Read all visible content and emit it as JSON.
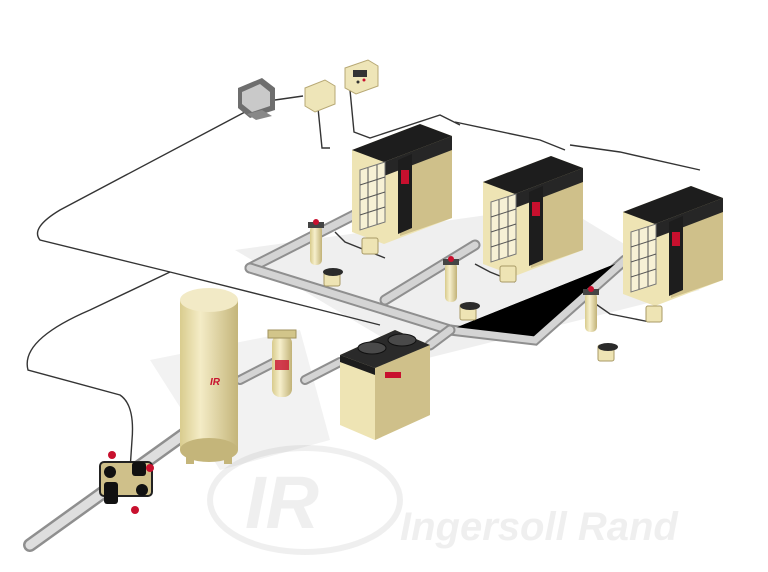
{
  "watermark": {
    "monogram": "IR",
    "brand": "Ingersoll Rand"
  },
  "colors": {
    "background": "#ffffff",
    "cabinet_beige": "#eee4b4",
    "cabinet_shade": "#cfc08a",
    "cabinet_black": "#1d1d1d",
    "pipe_light": "#d2d2d2",
    "pipe_dark": "#9a9a9a",
    "cable": "#333333",
    "accent_red": "#c8102e",
    "shadow": "#ececec"
  },
  "components": {
    "compressors": [
      "compressor-1",
      "compressor-2",
      "compressor-3"
    ],
    "control_panels": [
      "controller-box",
      "display-panel"
    ],
    "monitor": "monitor",
    "air_receiver": "air-receiver-tank",
    "dryer": "air-dryer",
    "filters": [
      "inline-filter-1",
      "inline-filter-2",
      "inline-filter-3",
      "main-filter"
    ],
    "valve_assembly": "valve-manifold"
  }
}
